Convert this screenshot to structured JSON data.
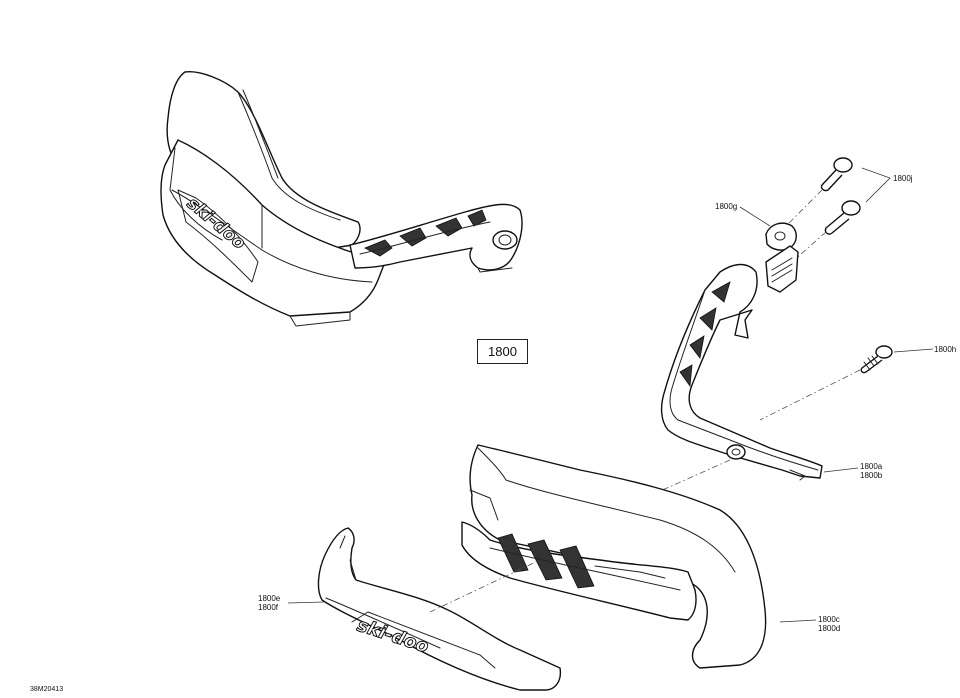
{
  "diagram": {
    "group_number": "1800",
    "figure_id": "38M20413",
    "callouts": {
      "j": "1800j",
      "g": "1800g",
      "h": "1800h",
      "ab": [
        "1800a",
        "1800b"
      ],
      "ef": [
        "1800e",
        "1800f"
      ],
      "cd": [
        "1800c",
        "1800d"
      ]
    },
    "logo_text": "ski-doo"
  }
}
